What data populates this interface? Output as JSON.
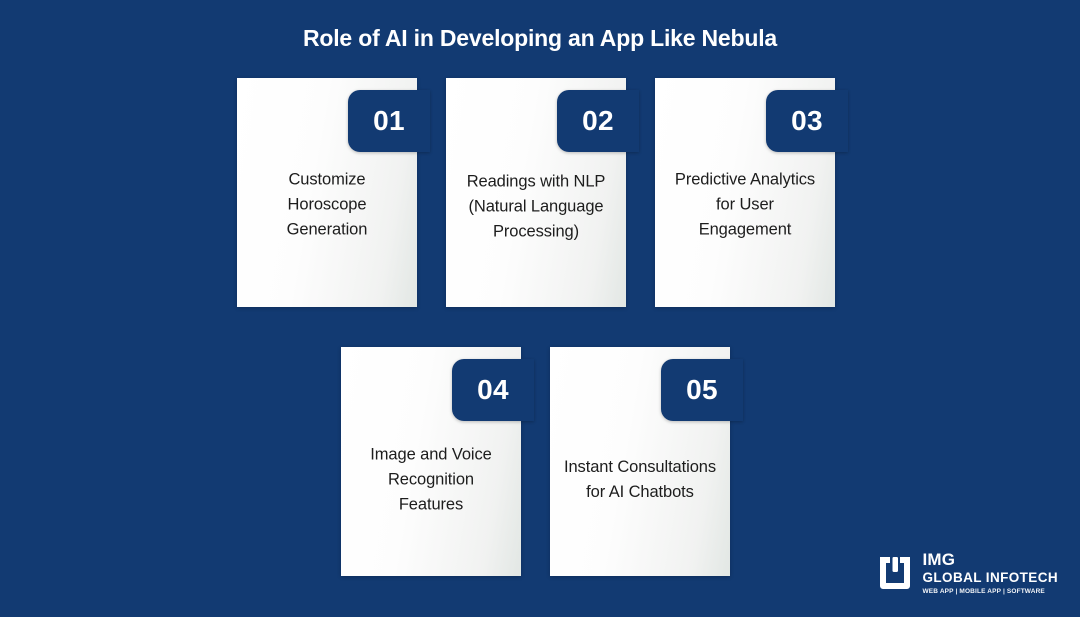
{
  "header": {
    "title": "Role of AI in Developing an App Like Nebula"
  },
  "theme": {
    "background": "#123a72",
    "badge": "#123a72",
    "card_start": "#ffffff",
    "card_end": "#e2e7e4",
    "title_color": "#ffffff",
    "body_text_color": "#1d1d1d"
  },
  "cards": [
    {
      "number": "01",
      "text": "Customize Horoscope Generation"
    },
    {
      "number": "02",
      "text": "Readings with NLP (Natural Language Processing)"
    },
    {
      "number": "03",
      "text": "Predictive Analytics for User Engagement"
    },
    {
      "number": "04",
      "text": "Image and Voice Recognition Features"
    },
    {
      "number": "05",
      "text": "Instant Consultations for AI Chatbots"
    }
  ],
  "logo": {
    "mark": "img-bracket-logo-icon",
    "name": "IMG",
    "subtitle": "GLOBAL INFOTECH",
    "tagline": "WEB APP | MOBILE APP | SOFTWARE"
  }
}
